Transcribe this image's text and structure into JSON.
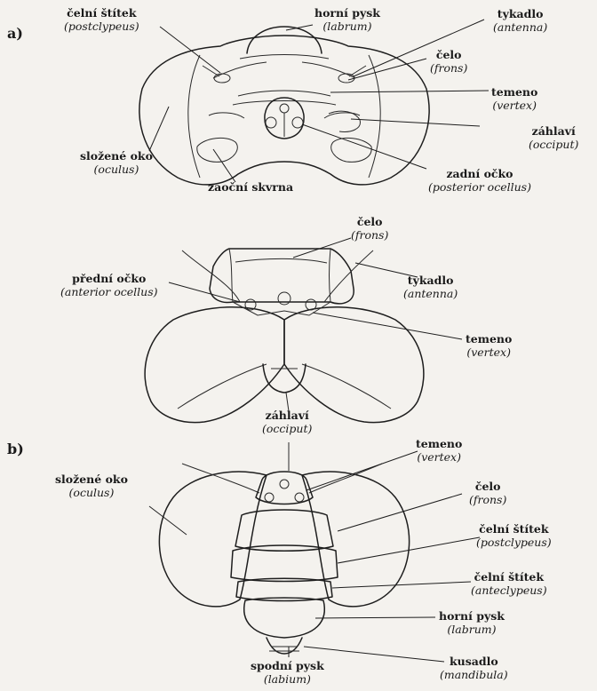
{
  "sections": [
    "a)",
    "b)"
  ],
  "labels": {
    "a_celni_stitek": {
      "cz": "čelní štítek",
      "lat": "(postclypeus)"
    },
    "a_horni_pysk": {
      "cz": "horní pysk",
      "lat": "(labrum)"
    },
    "a_tykadlo": {
      "cz": "tykadlo",
      "lat": "(antenna)"
    },
    "a_celo": {
      "cz": "čelo",
      "lat": "(frons)"
    },
    "a_temeno": {
      "cz": "temeno",
      "lat": "(vertex)"
    },
    "a_zahlavi": {
      "cz": "záhlaví",
      "lat": "(occiput)"
    },
    "a_slozene_oko": {
      "cz": "složené oko",
      "lat": "(oculus)"
    },
    "a_zaocni_skvrna": {
      "cz": "zaoční skvrna",
      "lat": ""
    },
    "a_zadni_ocko": {
      "cz": "zadní očko",
      "lat": "(posterior ocellus)"
    },
    "m_celo": {
      "cz": "čelo",
      "lat": "(frons)"
    },
    "m_predni_ocko": {
      "cz": "přední očko",
      "lat": "(anterior ocellus)"
    },
    "m_tykadlo": {
      "cz": "tykadlo",
      "lat": "(antenna)"
    },
    "m_temeno": {
      "cz": "temeno",
      "lat": "(vertex)"
    },
    "m_zahlavi": {
      "cz": "záhlaví",
      "lat": "(occiput)"
    },
    "b_slozene_oko": {
      "cz": "složené oko",
      "lat": "(oculus)"
    },
    "b_temeno": {
      "cz": "temeno",
      "lat": "(vertex)"
    },
    "b_celo": {
      "cz": "čelo",
      "lat": "(frons)"
    },
    "b_postclypeus": {
      "cz": "čelní štítek",
      "lat": "(postclypeus)"
    },
    "b_anteclypeus": {
      "cz": "čelní štítek",
      "lat": "(anteclypeus)"
    },
    "b_horni_pysk": {
      "cz": "horní pysk",
      "lat": "(labrum)"
    },
    "b_kusadlo": {
      "cz": "kusadlo",
      "lat": "(mandibula)"
    },
    "b_spodni_pysk": {
      "cz": "spodní pysk",
      "lat": "(labium)"
    }
  }
}
